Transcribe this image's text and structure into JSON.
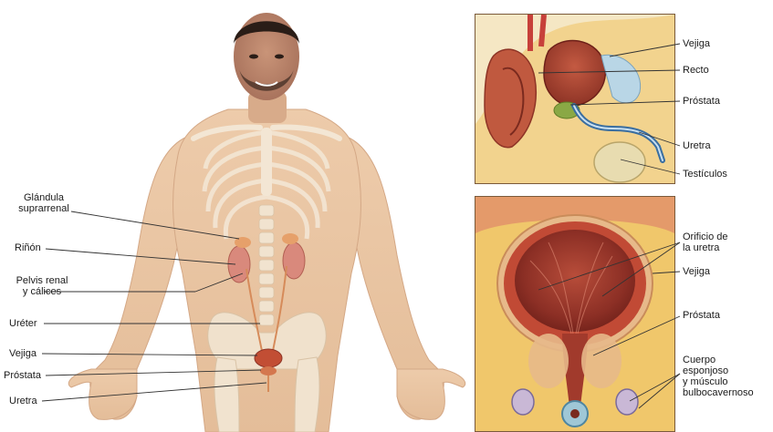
{
  "body_labels": {
    "adrenal": [
      "Glándula",
      "suprarrenal"
    ],
    "kidney": "Riñón",
    "pelvis": [
      "Pelvis renal",
      "y cálices"
    ],
    "ureter": "Uréter",
    "bladder": "Vejiga",
    "prostate": "Próstata",
    "urethra": "Uretra"
  },
  "top_panel_labels": {
    "bladder": "Vejiga",
    "rectum": "Recto",
    "prostate": "Próstata",
    "urethra": "Uretra",
    "testicles": "Testículos"
  },
  "bottom_panel_labels": {
    "orifice": [
      "Orificio de",
      "la uretra"
    ],
    "bladder": "Vejiga",
    "prostate": "Próstata",
    "spongy": [
      "Cuerpo",
      "esponjoso",
      "y músculo",
      "bulbocavernoso"
    ]
  },
  "colors": {
    "skin": "#e9c7a6",
    "bone": "#f1e3cf",
    "kidney": "#d9897c",
    "bladder_red": "#a8453a",
    "frame": "#7a5a3a"
  }
}
